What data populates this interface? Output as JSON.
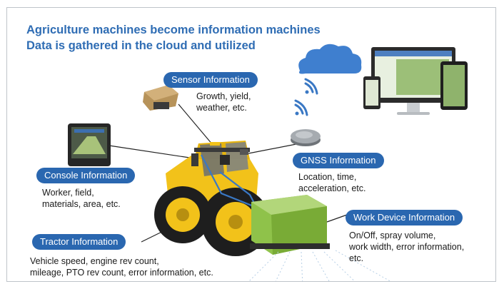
{
  "title_line1": "Agriculture machines become information machines",
  "title_line2": "Data is gathered in the cloud and utilized",
  "callouts": {
    "sensor": {
      "label": "Sensor Information",
      "line1": "Growth, yield,",
      "line2": "weather, etc."
    },
    "gnss": {
      "label": "GNSS Information",
      "line1": "Location, time,",
      "line2": "acceleration, etc."
    },
    "console": {
      "label": "Console Information",
      "line1": "Worker, field,",
      "line2": "materials, area, etc."
    },
    "tractor": {
      "label": "Tractor Information",
      "line1": "Vehicle speed, engine rev count,",
      "line2": "mileage, PTO rev count, error information, etc."
    },
    "work": {
      "label": "Work Device Information",
      "line1": "On/Off, spray volume,",
      "line2": "work width, error information,",
      "line3": "etc."
    }
  },
  "colors": {
    "heading": "#2f6db4",
    "pill": "#2a67b0",
    "tractor_body": "#f2c21a",
    "sprayer": "#8fc24a",
    "cloud": "#3f7fcf"
  },
  "icons": [
    "cloud-icon",
    "wifi-signal-icon",
    "devices-icon",
    "sensor-device-icon",
    "gnss-receiver-icon",
    "console-monitor-icon",
    "tractor-illustration",
    "sprayer-illustration"
  ]
}
